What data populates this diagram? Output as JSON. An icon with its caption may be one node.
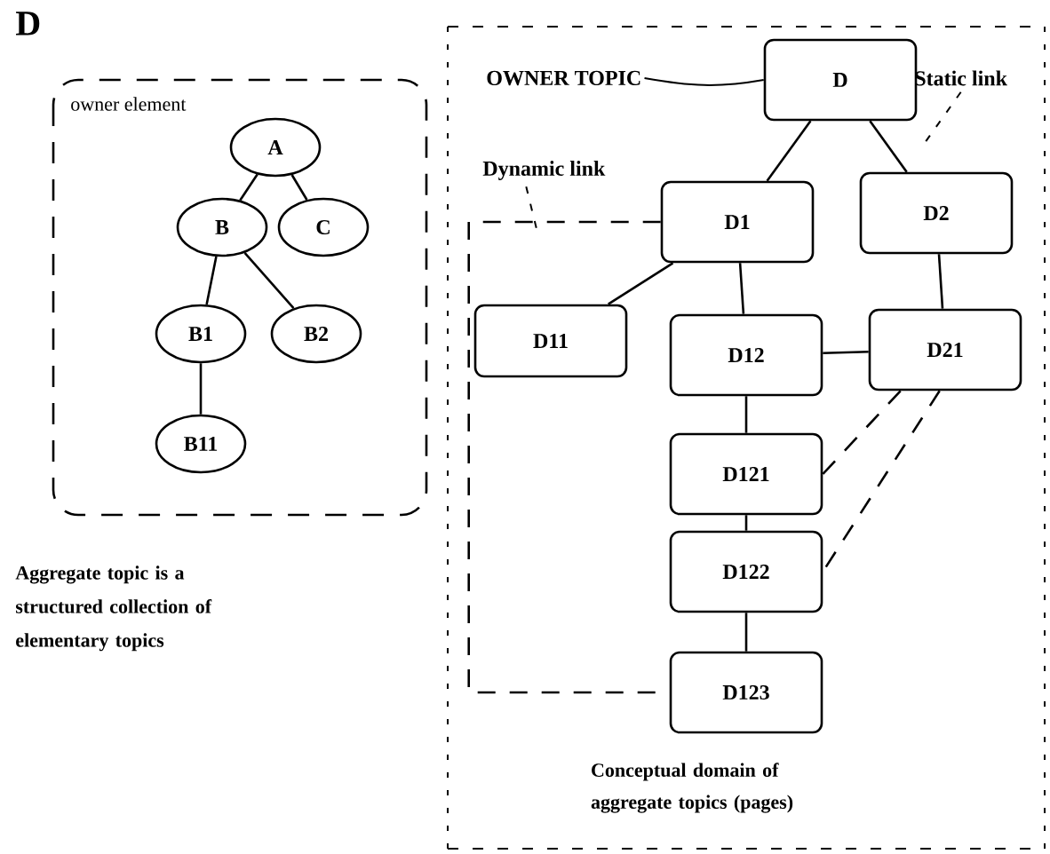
{
  "diagram": {
    "title": "D",
    "nodes": [
      {
        "text": [
          "owner element"
        ]
      },
      {
        "text": [
          "A"
        ],
        "in": 0
      },
      {
        "text": [
          "B"
        ],
        "in": 0
      },
      {
        "text": [
          "C"
        ],
        "in": 0
      },
      {
        "text": [
          "B1"
        ],
        "in": 0
      },
      {
        "text": [
          "B2"
        ],
        "in": 0
      },
      {
        "text": [
          "B11"
        ],
        "in": 0
      },
      {
        "text": [
          "Conceptual domain of aggregate topics (pages)"
        ]
      },
      {
        "text": [
          "D"
        ],
        "in": 7
      },
      {
        "text": [
          "D1"
        ],
        "in": 7
      },
      {
        "text": [
          "D2"
        ],
        "in": 7
      },
      {
        "text": [
          "D11"
        ],
        "in": 7
      },
      {
        "text": [
          "D12"
        ],
        "in": 7
      },
      {
        "text": [
          "D21"
        ],
        "in": 7
      },
      {
        "text": [
          "D121"
        ],
        "in": 7
      },
      {
        "text": [
          "D122"
        ],
        "in": 7
      },
      {
        "text": [
          "D123"
        ],
        "in": 7
      },
      {
        "text": [
          "OWNER TOPIC"
        ],
        "in": 7
      },
      {
        "text": [
          "Static link"
        ],
        "in": 7
      },
      {
        "text": [
          "Dynamic link"
        ],
        "in": 7
      }
    ],
    "edges": [
      {
        "from": 1,
        "to": 2,
        "arrow": "none"
      },
      {
        "from": 1,
        "to": 3,
        "arrow": "none"
      },
      {
        "from": 2,
        "to": 4,
        "arrow": "none"
      },
      {
        "from": 2,
        "to": 5,
        "arrow": "none"
      },
      {
        "from": 4,
        "to": 6,
        "arrow": "none"
      },
      {
        "from": 8,
        "to": 9,
        "arrow": "none"
      },
      {
        "from": 8,
        "to": 10,
        "arrow": "none"
      },
      {
        "from": 9,
        "to": 11,
        "arrow": "none"
      },
      {
        "from": 9,
        "to": 12,
        "arrow": "none"
      },
      {
        "from": 10,
        "to": 13,
        "arrow": "none"
      },
      {
        "from": 12,
        "to": 13,
        "arrow": "none"
      },
      {
        "from": 12,
        "to": 14,
        "arrow": "none"
      },
      {
        "from": 14,
        "to": 15,
        "arrow": "none"
      },
      {
        "from": 15,
        "to": 16,
        "arrow": "none"
      },
      {
        "from": 9,
        "to": 16,
        "arrow": "none",
        "style": "dashed"
      },
      {
        "from": 13,
        "to": 14,
        "arrow": "none",
        "style": "dashed"
      },
      {
        "from": 13,
        "to": 15,
        "arrow": "none",
        "style": "dashed"
      },
      {
        "from": 17,
        "to": 8,
        "arrow": "none"
      },
      {
        "from": 18,
        "to": null,
        "arrow": "none",
        "style": "dashed"
      },
      {
        "from": 19,
        "to": null,
        "arrow": "none",
        "style": "dashed"
      }
    ],
    "labels": [
      "Aggregate topic is a structured collection of elementary topics"
    ]
  }
}
